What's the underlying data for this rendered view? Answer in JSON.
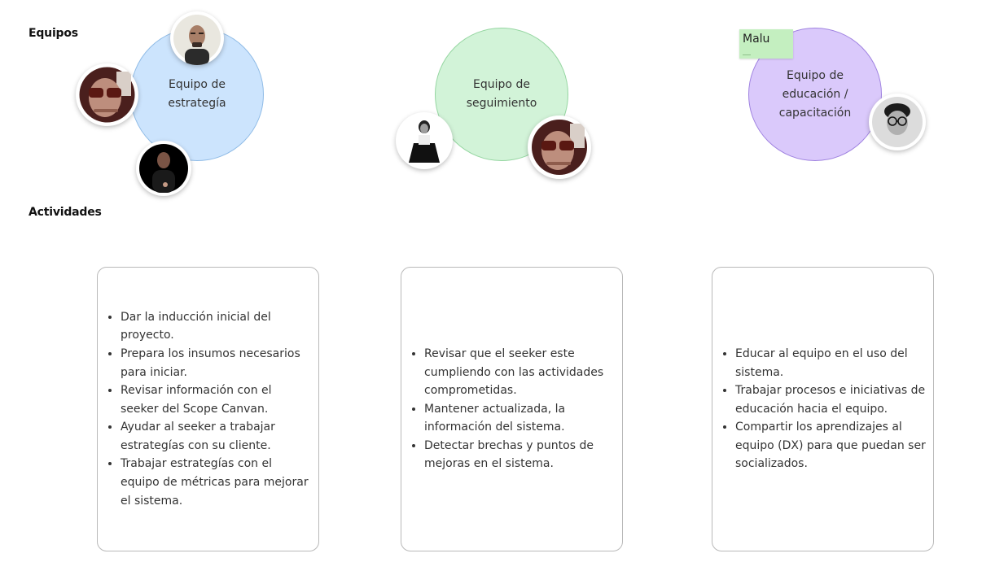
{
  "sections": {
    "teams_title": "Equipos",
    "activities_title": "Actividades"
  },
  "teams": [
    {
      "name": "Equipo de estrategía",
      "color": "#cce4fd"
    },
    {
      "name": "Equipo de seguimiento",
      "color": "#d2f3d8"
    },
    {
      "name": "Equipo de educación / capacitación",
      "color": "#dac9fb"
    }
  ],
  "sticky_note": {
    "text": "Malu",
    "color": "#c4efc0"
  },
  "activities": [
    {
      "items": [
        "Dar la inducción inicial del proyecto.",
        "Prepara los insumos necesarios para iniciar.",
        "Revisar información con el seeker del Scope Canvan.",
        "Ayudar al seeker a trabajar estrategías con su cliente.",
        "Trabajar estrategías con el equipo de métricas para mejorar el sistema."
      ]
    },
    {
      "items": [
        "Revisar que el seeker este cumpliendo con las actividades comprometidas.",
        "Mantener actualizada, la información del sistema.",
        "Detectar brechas y puntos de mejoras en el sistema."
      ]
    },
    {
      "items": [
        "Educar al equipo en el uso del sistema.",
        "Trabajar procesos e iniciativas de educación hacia el equipo.",
        "Compartir los aprendizajes al equipo (DX) para que puedan ser socializados."
      ]
    }
  ],
  "avatars": [
    {
      "icon": "person-bald-avatar-icon"
    },
    {
      "icon": "person-sunglasses-avatar-icon"
    },
    {
      "icon": "person-dark-background-avatar-icon"
    },
    {
      "icon": "person-standing-avatar-icon"
    },
    {
      "icon": "person-sunglasses-avatar-icon"
    },
    {
      "icon": "person-glasses-avatar-icon"
    }
  ]
}
